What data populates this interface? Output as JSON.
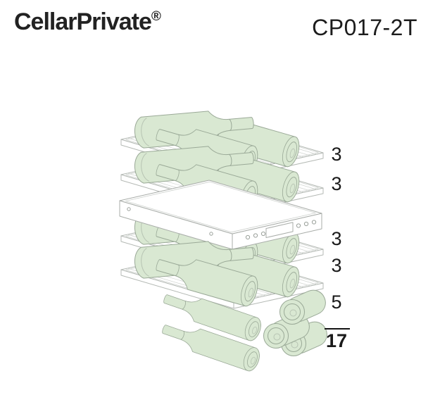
{
  "brand": {
    "name": "CellarPrivate",
    "registered_mark": "®"
  },
  "model_number": "CP017-2T",
  "capacity_diagram": {
    "description": "Isometric illustration of a dual-zone wine cabinet: four wire shelves with bottles, a divider with control panel, and bottles on the floor",
    "rows": [
      {
        "label": "3"
      },
      {
        "label": "3"
      },
      {
        "label": "3"
      },
      {
        "label": "3"
      },
      {
        "label": "5"
      }
    ],
    "total_label": "17",
    "colors": {
      "bottle_fill": "#d9e8d2",
      "bottle_outline": "#9aa997",
      "frame_outline": "#b4b9b4",
      "text": "#1a1a1a"
    }
  }
}
